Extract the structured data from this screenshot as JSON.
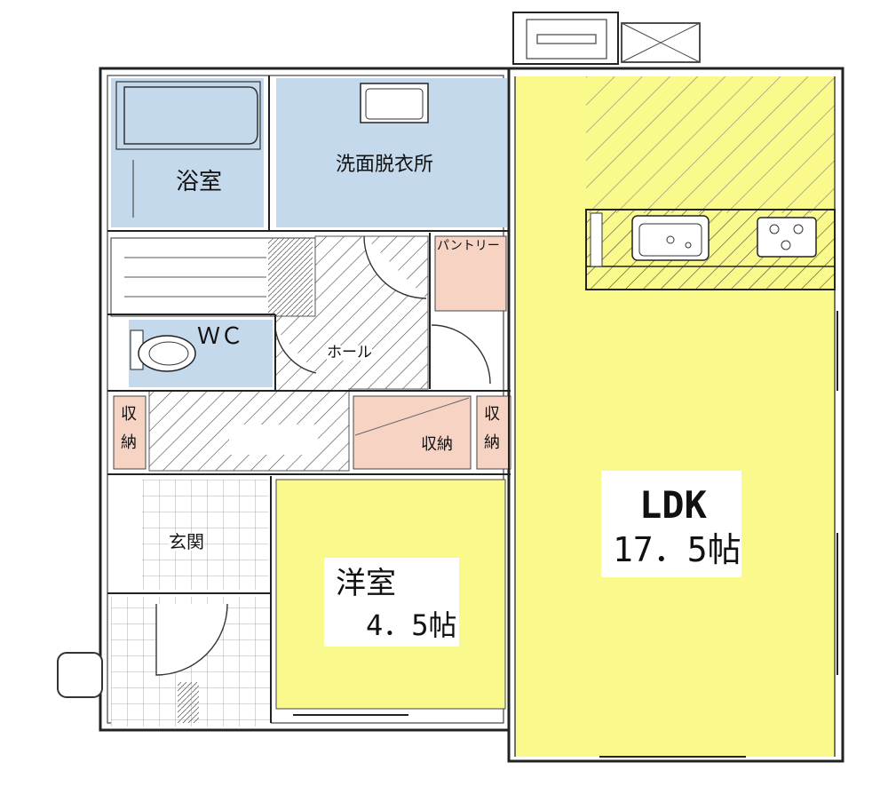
{
  "rooms": {
    "bath": "浴室",
    "washroom": "洗面脱衣所",
    "pantry": "パントリー",
    "wc": "ＷＣ",
    "hall": "ホール",
    "storage_left_1": "収",
    "storage_left_2": "納",
    "storage_mid": "収納",
    "storage_right_1": "収",
    "storage_right_2": "納",
    "entrance": "玄関",
    "western_room": "洋室",
    "western_room_size": "4．5帖",
    "ldk": "LDK",
    "ldk_size": "17．5帖"
  },
  "colors": {
    "wet_area": "#c5d9ec",
    "living": "#fafa8c",
    "storage": "#f6d3c3",
    "wall": "#222222",
    "hatch": "#555555"
  },
  "icons": {
    "bathtub": "bathtub-icon",
    "sink": "sink-icon",
    "toilet": "toilet-icon",
    "stove": "stove-icon",
    "kitchen_sink": "kitchen-sink-icon",
    "door_swing": "door-swing-icon"
  }
}
